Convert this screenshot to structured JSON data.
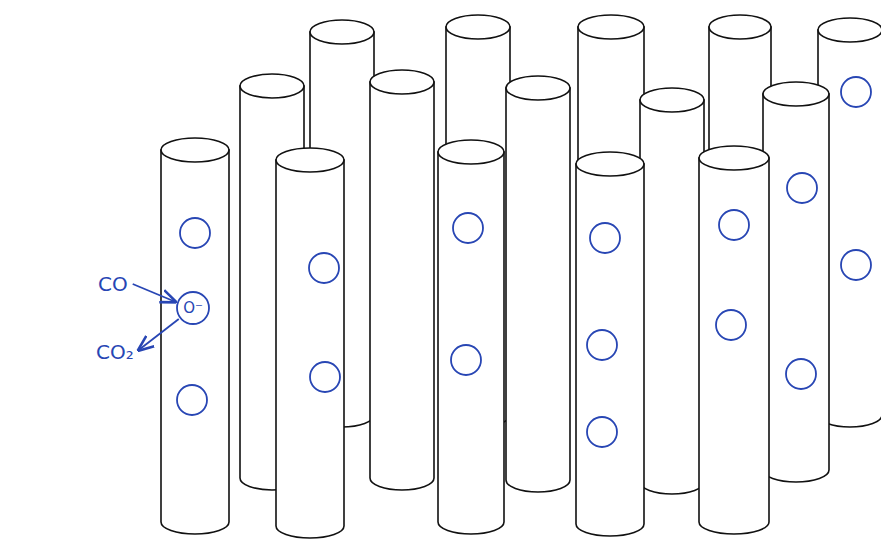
{
  "diagram": {
    "nodes": [
      {
        "text": [
          "O⁻"
        ]
      }
    ],
    "labels": [
      "CO",
      "CO₂"
    ]
  }
}
